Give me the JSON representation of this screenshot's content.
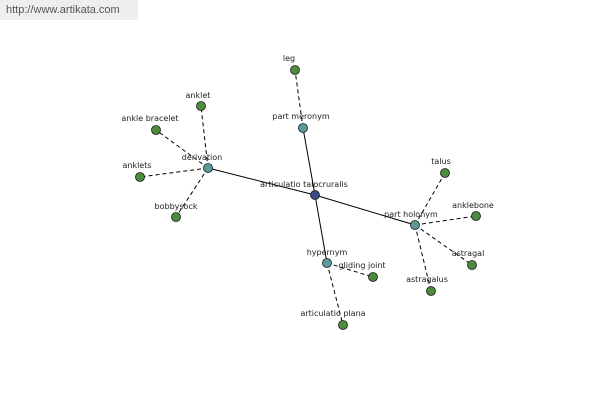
{
  "watermark": "http://www.artikata.com",
  "colors": {
    "center": "#3b4a8a",
    "relation": "#5a9a9a",
    "leaf": "#4c8c3c",
    "edge": "#000000"
  },
  "nodes": [
    {
      "id": "center",
      "label": "articulatio talocruralis",
      "kind": "center"
    },
    {
      "id": "part_meronym",
      "label": "part meronym",
      "kind": "relation"
    },
    {
      "id": "derivation",
      "label": "derivation",
      "kind": "relation"
    },
    {
      "id": "part_holonym",
      "label": "part holonym",
      "kind": "relation"
    },
    {
      "id": "hypernym",
      "label": "hypernym",
      "kind": "relation"
    },
    {
      "id": "leg",
      "label": "leg",
      "kind": "leaf"
    },
    {
      "id": "anklet",
      "label": "anklet",
      "kind": "leaf"
    },
    {
      "id": "ankle_bracelet",
      "label": "ankle bracelet",
      "kind": "leaf"
    },
    {
      "id": "anklets",
      "label": "anklets",
      "kind": "leaf"
    },
    {
      "id": "bobbysock",
      "label": "bobbysock",
      "kind": "leaf"
    },
    {
      "id": "talus",
      "label": "talus",
      "kind": "leaf"
    },
    {
      "id": "anklebone",
      "label": "anklebone",
      "kind": "leaf"
    },
    {
      "id": "astragal",
      "label": "astragal",
      "kind": "leaf"
    },
    {
      "id": "astragalus",
      "label": "astragalus",
      "kind": "leaf"
    },
    {
      "id": "gliding_joint",
      "label": "gliding joint",
      "kind": "leaf"
    },
    {
      "id": "articulatio_plana",
      "label": "articulatio plana",
      "kind": "leaf"
    }
  ],
  "edges": [
    {
      "from": "center",
      "to": "part_meronym",
      "style": "solid"
    },
    {
      "from": "center",
      "to": "derivation",
      "style": "solid"
    },
    {
      "from": "center",
      "to": "part_holonym",
      "style": "solid"
    },
    {
      "from": "center",
      "to": "hypernym",
      "style": "solid"
    },
    {
      "from": "part_meronym",
      "to": "leg",
      "style": "dashed"
    },
    {
      "from": "derivation",
      "to": "anklet",
      "style": "dashed"
    },
    {
      "from": "derivation",
      "to": "ankle_bracelet",
      "style": "dashed"
    },
    {
      "from": "derivation",
      "to": "anklets",
      "style": "dashed"
    },
    {
      "from": "derivation",
      "to": "bobbysock",
      "style": "dashed"
    },
    {
      "from": "part_holonym",
      "to": "talus",
      "style": "dashed"
    },
    {
      "from": "part_holonym",
      "to": "anklebone",
      "style": "dashed"
    },
    {
      "from": "part_holonym",
      "to": "astragal",
      "style": "dashed"
    },
    {
      "from": "part_holonym",
      "to": "astragalus",
      "style": "dashed"
    },
    {
      "from": "hypernym",
      "to": "gliding_joint",
      "style": "dashed"
    },
    {
      "from": "hypernym",
      "to": "articulatio_plana",
      "style": "dashed"
    }
  ]
}
